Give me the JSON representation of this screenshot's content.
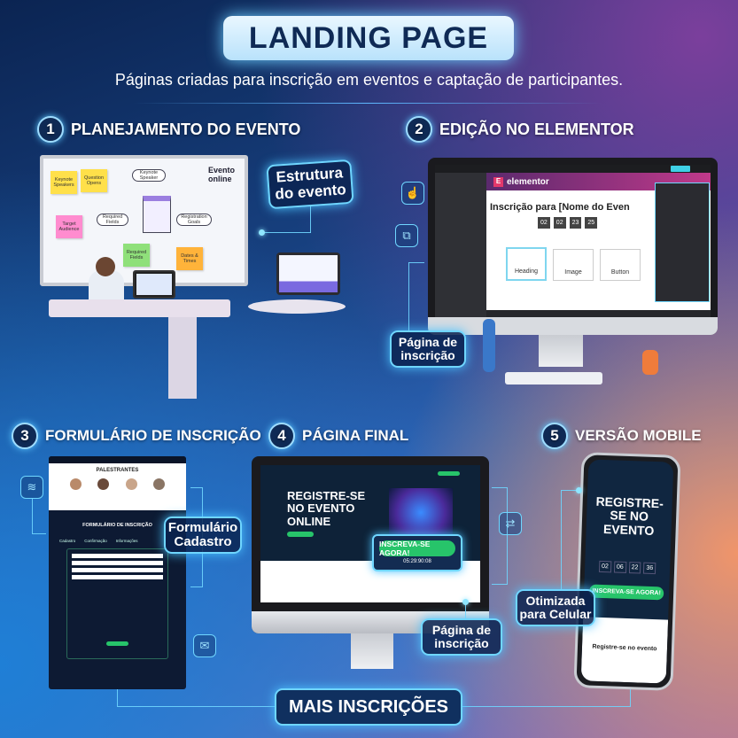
{
  "title": "LANDING PAGE",
  "subtitle": "Páginas criadas para inscrição em eventos e captação de participantes.",
  "sections": [
    {
      "num": "1",
      "title": "PLANEJAMENTO DO EVENTO",
      "callout": "Estrutura do evento",
      "board": {
        "heading": "Evento online",
        "notes": [
          "Keynote Speakers",
          "Question Opens",
          "Target Audience",
          "Dates & Times",
          "Required Fields",
          "Registration Goals",
          "Keynote Speaker",
          "Required Fields"
        ]
      }
    },
    {
      "num": "2",
      "title": "EDIÇÃO NO ELEMENTOR",
      "callout": "Página de inscrição",
      "editor": {
        "brand": "elementor",
        "heading": "Inscrição para [Nome do Even",
        "countdown": [
          "02",
          "02",
          "23",
          "25"
        ],
        "widgets": [
          "Heading",
          "Image",
          "Button"
        ]
      }
    },
    {
      "num": "3",
      "title": "FORMULÁRIO DE INSCRIÇÃO",
      "callout": "Formulário Cadastro",
      "form": {
        "speakers_title": "PALESTRANTES",
        "form_title": "FORMULÁRIO DE INSCRIÇÃO",
        "steps": [
          "Cadastro",
          "Confirmação",
          "Informações"
        ]
      }
    },
    {
      "num": "4",
      "title": "PÁGINA FINAL",
      "callout": "Página de inscrição",
      "page": {
        "hero": "REGISTRE-SE NO EVENTO ONLINE",
        "cta": "INSCREVA-SE AGORA!",
        "timer": "05:29:90:08"
      }
    },
    {
      "num": "5",
      "title": "VERSÃO MOBILE",
      "callout": "Otimizada para Celular",
      "mobile": {
        "hero": "REGISTRE-SE NO EVENTO",
        "countdown": [
          "02",
          "06",
          "22",
          "36"
        ],
        "cta": "INSCREVA-SE AGORA!",
        "section": "Registre-se no evento"
      }
    }
  ],
  "footer": "MAIS INSCRIÇÕES",
  "colors": {
    "accent": "#6fd6ff",
    "cta": "#27c46a",
    "navy": "#0f2a55"
  }
}
